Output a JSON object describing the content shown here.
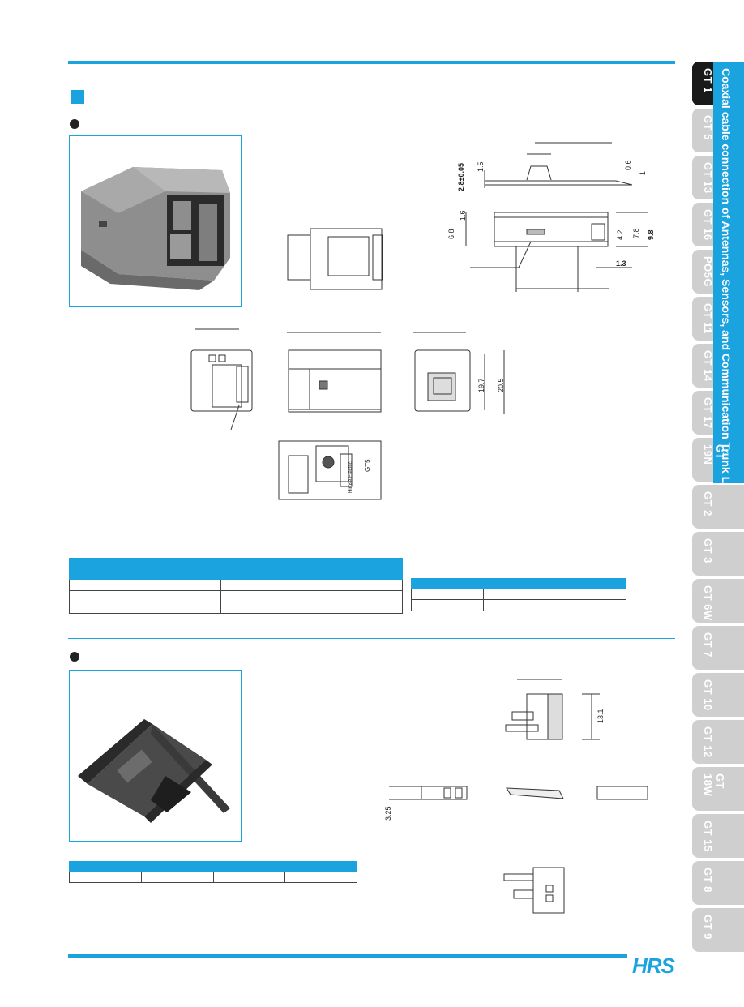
{
  "side_tabs": [
    {
      "label": "GT 1",
      "active": true
    },
    {
      "label": "GT 5",
      "active": false
    },
    {
      "label": "GT 13",
      "active": false
    },
    {
      "label": "GT 16",
      "active": false
    },
    {
      "label": "PO5G",
      "active": false
    },
    {
      "label": "GT 11",
      "active": false
    },
    {
      "label": "GT 14",
      "active": false
    },
    {
      "label": "GT 17",
      "active": false
    },
    {
      "label": "GT 19N",
      "active": false
    },
    {
      "label": "GT 2",
      "active": false
    },
    {
      "label": "GT 3",
      "active": false
    },
    {
      "label": "GT 6W",
      "active": false
    },
    {
      "label": "GT 7",
      "active": false
    },
    {
      "label": "GT 10",
      "active": false
    },
    {
      "label": "GT 12",
      "active": false
    },
    {
      "label": "GT 18W",
      "active": false
    },
    {
      "label": "GT 15",
      "active": false
    },
    {
      "label": "GT 8",
      "active": false
    },
    {
      "label": "GT 9",
      "active": false
    }
  ],
  "side_banner": "Coaxial cable connection of Antennas, Sensors, and Communication Trunk Lines",
  "logo": "HRS",
  "dimensions": {
    "d1": "2.8±0.05",
    "d2": "1.5",
    "d3": "0.6",
    "d4": "1",
    "d5": "1.6",
    "d6": "6.8",
    "d7": "4.2",
    "d8": "7.8",
    "d9": "9.8",
    "d10": "1.3",
    "d11": "19.7",
    "d12": "20.5",
    "d13": "13.1",
    "d14": "3.25"
  },
  "label_marks": {
    "mark1": "GT5",
    "mark2": "Hirose Electric"
  },
  "colors": {
    "accent": "#1aa3df",
    "tab_inactive": "#cfcfcf",
    "tab_active": "#1a1a1a"
  }
}
